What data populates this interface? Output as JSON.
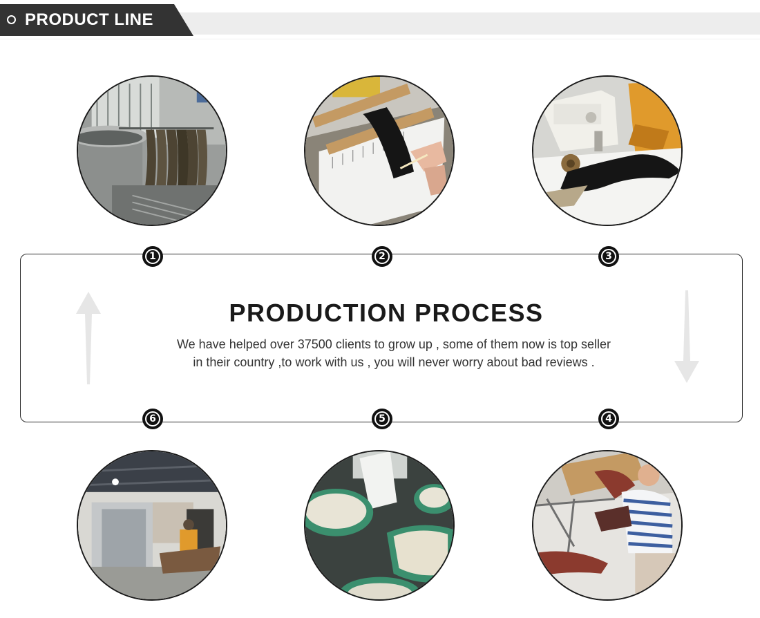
{
  "header": {
    "title": "PRODUCT LINE"
  },
  "process": {
    "title": "PRODUCTION PROCESS",
    "description_line1": "We have helped over 37500 clients to grow up , some of them now is top seller",
    "description_line2": "in their country ,to work with us , you will never worry about bad reviews ."
  },
  "steps": [
    {
      "number": "1",
      "photo": "hair-dyeing-photo"
    },
    {
      "number": "2",
      "photo": "hair-hackling-photo"
    },
    {
      "number": "3",
      "photo": "weft-sewing-photo"
    },
    {
      "number": "4",
      "photo": "hair-sorting-photo"
    },
    {
      "number": "5",
      "photo": "hair-washing-photo"
    },
    {
      "number": "6",
      "photo": "drying-room-photo"
    }
  ],
  "colors": {
    "header_tab": "#333333",
    "header_bar": "#ededed",
    "badge": "#111111",
    "arrow": "#e4e4e4"
  }
}
